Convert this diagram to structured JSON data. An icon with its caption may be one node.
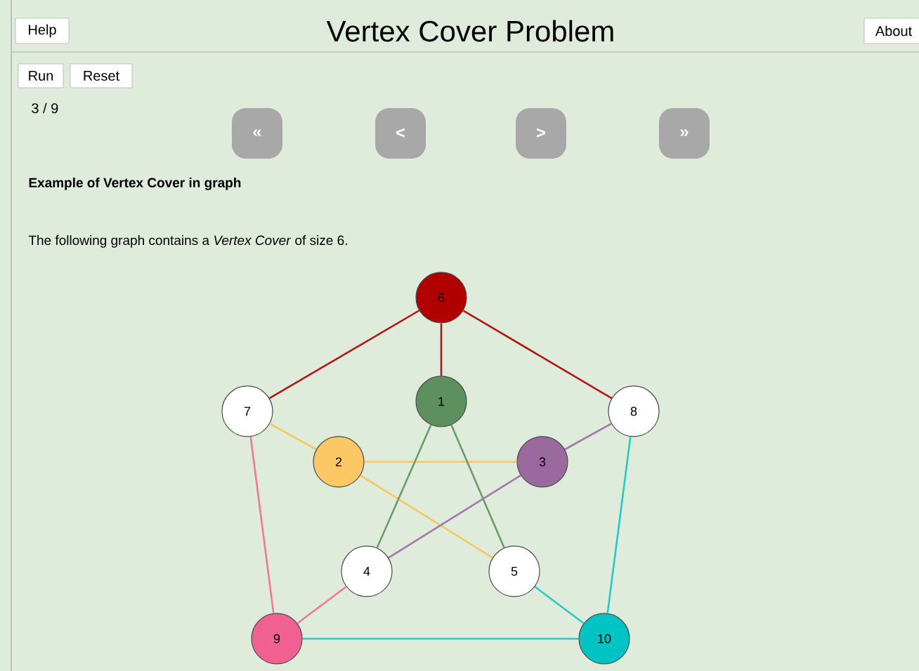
{
  "diagram": {
    "title": "Vertex Cover Problem",
    "nodes": [
      {
        "text": [
          "Help"
        ]
      },
      {
        "text": [
          "About"
        ]
      },
      {
        "text": [
          "Run"
        ]
      },
      {
        "text": [
          "Reset"
        ]
      },
      {
        "text": [
          "«"
        ]
      },
      {
        "text": [
          "<"
        ]
      },
      {
        "text": [
          ">"
        ]
      },
      {
        "text": [
          "»"
        ]
      },
      {
        "text": [
          "6"
        ]
      },
      {
        "text": [
          "7"
        ]
      },
      {
        "text": [
          "1"
        ]
      },
      {
        "text": [
          "8"
        ]
      },
      {
        "text": [
          "2"
        ]
      },
      {
        "text": [
          "3"
        ]
      },
      {
        "text": [
          "4"
        ]
      },
      {
        "text": [
          "5"
        ]
      },
      {
        "text": [
          "9"
        ]
      },
      {
        "text": [
          "10"
        ]
      }
    ],
    "edges": [
      {
        "from": 8,
        "to": 9,
        "arrow": "none",
        "color": "#b01818"
      },
      {
        "from": 8,
        "to": 10,
        "arrow": "none",
        "color": "#b01818"
      },
      {
        "from": 8,
        "to": 11,
        "arrow": "none",
        "color": "#b01818"
      },
      {
        "from": 9,
        "to": 12,
        "arrow": "none",
        "color": "#f5c862"
      },
      {
        "from": 12,
        "to": 13,
        "arrow": "none",
        "color": "#f5c862"
      },
      {
        "from": 12,
        "to": 15,
        "arrow": "none",
        "color": "#f5c862"
      },
      {
        "from": 10,
        "to": 14,
        "arrow": "none",
        "color": "#6b9b6b"
      },
      {
        "from": 10,
        "to": 15,
        "arrow": "none",
        "color": "#6b9b6b"
      },
      {
        "from": 11,
        "to": 13,
        "arrow": "none",
        "color": "#a07aa6"
      },
      {
        "from": 13,
        "to": 14,
        "arrow": "none",
        "color": "#a07aa6"
      },
      {
        "from": 9,
        "to": 16,
        "arrow": "none",
        "color": "#f07898"
      },
      {
        "from": 14,
        "to": 16,
        "arrow": "none",
        "color": "#f07898"
      },
      {
        "from": 11,
        "to": 17,
        "arrow": "none",
        "color": "#28c8c8"
      },
      {
        "from": 15,
        "to": 17,
        "arrow": "none",
        "color": "#28c8c8"
      },
      {
        "from": 16,
        "to": 17,
        "arrow": "none",
        "color": "#28c8c8"
      }
    ],
    "labels": [
      "3 / 9",
      "Example of Vertex Cover in graph",
      "The following graph contains a *Vertex Cover* of size 6."
    ]
  }
}
